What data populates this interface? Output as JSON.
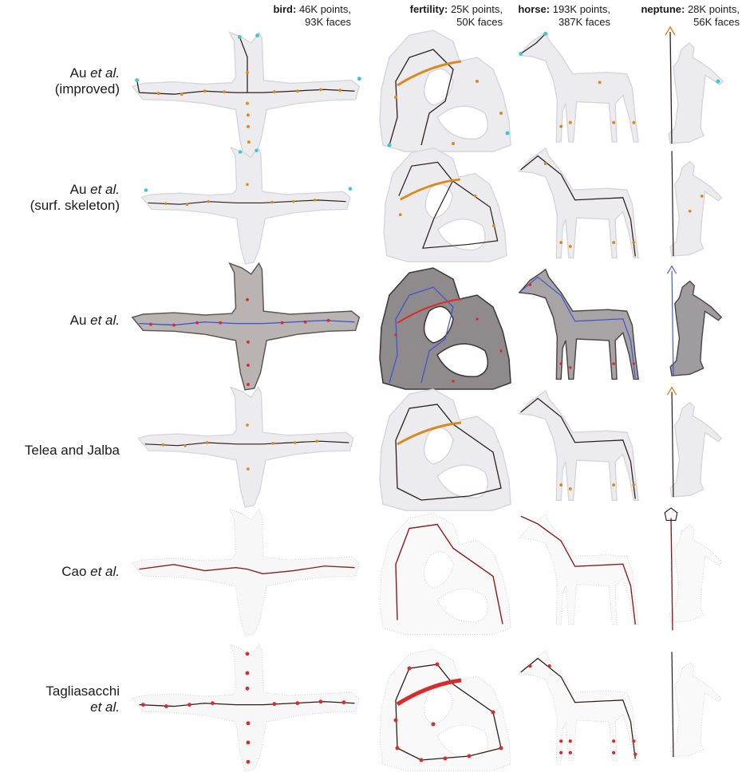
{
  "columns": [
    {
      "name": "bird:",
      "stats_line1": "46K points,",
      "stats_line2": "93K faces"
    },
    {
      "name": "fertility:",
      "stats_line1": "25K points,",
      "stats_line2": "50K faces"
    },
    {
      "name": "horse:",
      "stats_line1": "193K points,",
      "stats_line2": "387K faces"
    },
    {
      "name": "neptune:",
      "stats_line1": "28K points,",
      "stats_line2": "56K faces"
    }
  ],
  "rows": [
    {
      "author": "Au",
      "etal": "et al.",
      "line2": "(improved)"
    },
    {
      "author": "Au",
      "etal": "et al.",
      "line2": "(surf. skeleton)"
    },
    {
      "author": "Au",
      "etal": "et al.",
      "line2": ""
    },
    {
      "author": "Telea and Jalba",
      "etal": "",
      "line2": ""
    },
    {
      "author": "Cao",
      "etal": "et al.",
      "line2": ""
    },
    {
      "author": "Tagliasacchi",
      "etal": "",
      "line2": "et al."
    }
  ],
  "colors": {
    "mesh_light": "#ececef",
    "mesh_outline": "#d6d6dc",
    "mesh_shaded": "#b9b3b1",
    "skeleton_dark": "#2a1f1a",
    "node_orange": "#d98a1c",
    "endpoint_cyan": "#39c6d6",
    "skeleton_blue": "#3b4fd8",
    "node_red": "#d92b2b",
    "cao_red": "#8a1a1a"
  }
}
